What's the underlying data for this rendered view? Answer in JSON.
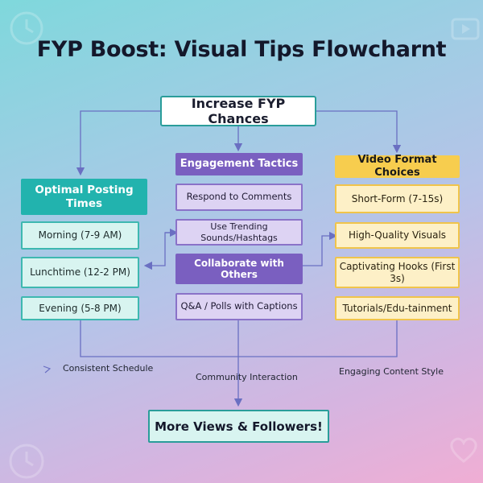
{
  "title": "FYP Boost: Visual Tips Flowcharnt",
  "top": "Increase FYP Chances",
  "left_column": {
    "header": "Optimal Posting Times",
    "items": [
      "Morning (7-9 AM)",
      "Lunchtime (12-2 PM)",
      "Evening (5-8 PM)"
    ],
    "footer": "Consistent Schedule"
  },
  "middle_column": {
    "header": "Engagement Tactics",
    "items": [
      "Respond to Comments",
      "Use Trending Sounds/Hashtags",
      "Collaborate with Others",
      "Q&A / Polls with Captions"
    ],
    "footer": "Community Interaction"
  },
  "right_column": {
    "header": "Video Format Choices",
    "items": [
      "Short-Form (7-15s)",
      "High-Quality Visuals",
      "Captivating Hooks (First 3s)",
      "Tutorials/Edu-tainment"
    ],
    "footer": "Engaging Content Style"
  },
  "bottom": "More Views & Followers!",
  "colors": {
    "teal": "#22b3ae",
    "purple": "#7a5fc0",
    "yellow": "#f7cd4e",
    "line": "#6a6fc2"
  }
}
